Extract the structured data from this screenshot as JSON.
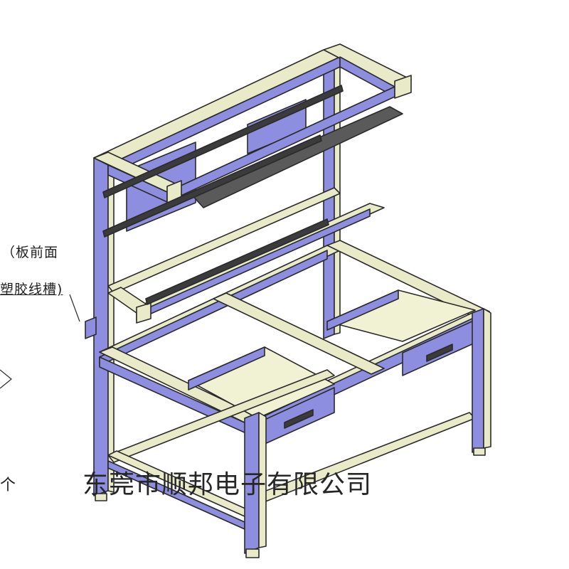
{
  "annotations": {
    "line1": "（板前面",
    "line2": "塑胶线槽)",
    "line3": "个"
  },
  "company_name": "东莞市顺邦电子有限公司",
  "colors": {
    "frame": "#e9ebc8",
    "panel": "#8d8ee0",
    "drawer_inner": "#f1f2d3",
    "lamp": "#5a5a5a",
    "rail": "#3b3b3b",
    "outline": "#2a2a2a"
  }
}
